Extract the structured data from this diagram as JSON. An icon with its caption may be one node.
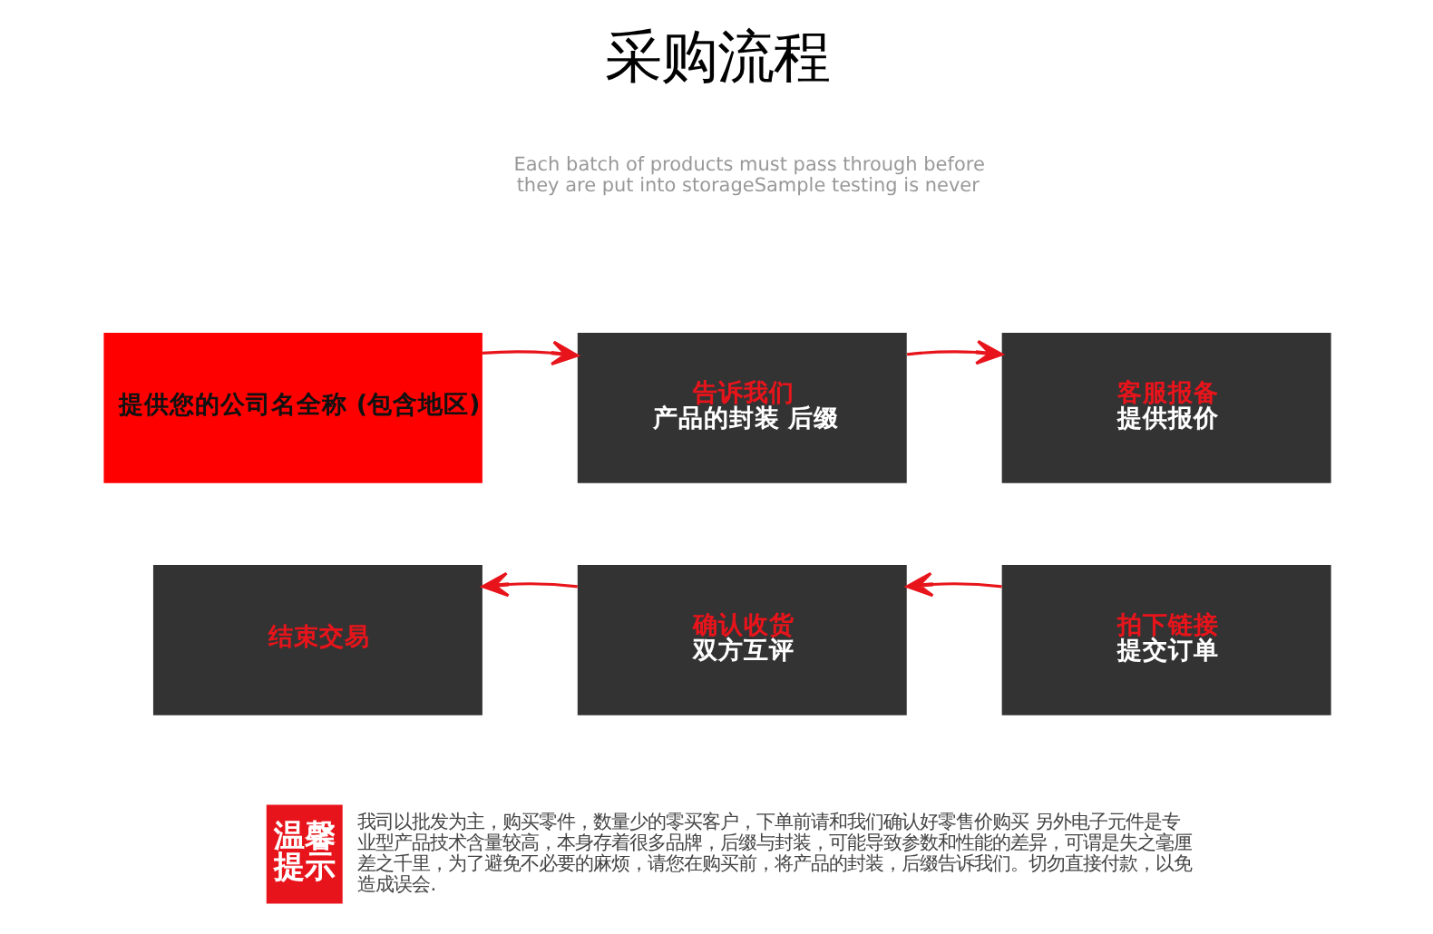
{
  "diagram": {
    "title": "采购流程",
    "nodes": [
      {
        "text": [
          "提供您的公司名全称 (包含地区)"
        ]
      },
      {
        "text": [
          "告诉我们",
          "产品的封装 后缀"
        ]
      },
      {
        "text": [
          "客服报备",
          "提供报价"
        ]
      },
      {
        "text": [
          "结束交易"
        ]
      },
      {
        "text": [
          "确认收货",
          "双方互评"
        ]
      },
      {
        "text": [
          "拍下链接",
          "提交订单"
        ]
      },
      {
        "text": [
          "温馨提示"
        ],
        "beside": [
          "我司以批发为主，购买零件，数量少的零买客户，下单前请和我们确认好零售价购买 另外电子元件是专业型产品技术含量较高，本身存着很多品牌，后缀与封装，可能导致参数和性能的差异，可谓是失之毫厘差之千里，为了避免不必要的麻烦，请您在购买前，将产品的封装，后缀告诉我们。切勿直接付款，以免造成误会."
        ]
      }
    ],
    "edges": [
      {
        "from": 0,
        "to": 1,
        "arrow": "to"
      },
      {
        "from": 1,
        "to": 2,
        "arrow": "to"
      },
      {
        "from": 5,
        "to": 4,
        "arrow": "to"
      },
      {
        "from": 4,
        "to": 3,
        "arrow": "to"
      }
    ],
    "labels": [
      "Each batch of products must pass through before they are put into storageSample testing is never"
    ]
  }
}
